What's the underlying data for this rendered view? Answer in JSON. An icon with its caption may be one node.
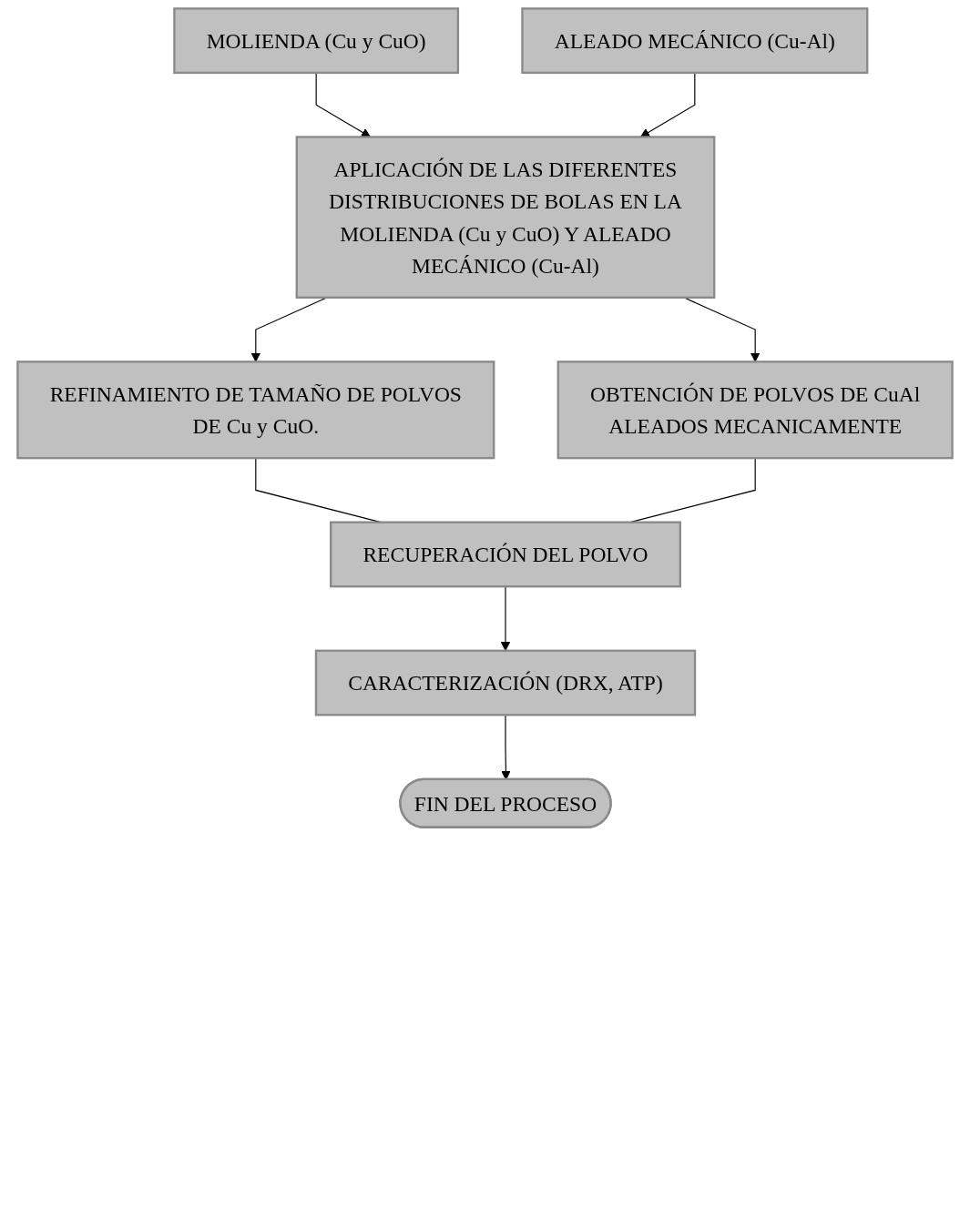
{
  "diagram": {
    "nodes": [
      {
        "text": [
          "MOLIENDA  (Cu y CuO)"
        ]
      },
      {
        "text": [
          "ALEADO MECÁNICO (Cu-Al)"
        ]
      },
      {
        "text": [
          "APLICACIÓN DE LAS DIFERENTES DISTRIBUCIONES DE BOLAS EN LA MOLIENDA (Cu y CuO) Y ALEADO MECÁNICO (Cu-Al)"
        ]
      },
      {
        "text": [
          "REFINAMIENTO DE TAMAÑO DE POLVOS DE Cu y CuO."
        ]
      },
      {
        "text": [
          "OBTENCIÓN DE POLVOS DE CuAl ALEADOS MECANICAMENTE"
        ]
      },
      {
        "text": [
          "RECUPERACIÓN DEL POLVO"
        ]
      },
      {
        "text": [
          "CARACTERIZACIÓN (DRX, ATP)"
        ]
      },
      {
        "text": [
          "FIN DEL PROCESO"
        ]
      }
    ],
    "edges": [
      {
        "from": 0,
        "to": 2,
        "arrow": "to"
      },
      {
        "from": 1,
        "to": 2,
        "arrow": "to"
      },
      {
        "from": 2,
        "to": 3,
        "arrow": "to"
      },
      {
        "from": 2,
        "to": 4,
        "arrow": "to"
      },
      {
        "from": 3,
        "to": 5,
        "arrow": "none"
      },
      {
        "from": 4,
        "to": 5,
        "arrow": "none"
      },
      {
        "from": 5,
        "to": 6,
        "arrow": "to"
      },
      {
        "from": 6,
        "to": 7,
        "arrow": "to"
      }
    ]
  }
}
